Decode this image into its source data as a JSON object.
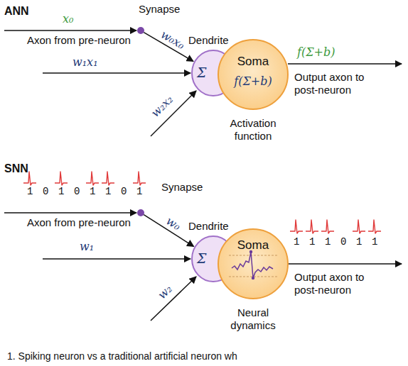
{
  "diagram": {
    "caption": "1. Spiking neuron vs a traditional artificial neuron wh",
    "nodes": [
      {
        "text": [
          "Synapse"
        ]
      },
      {
        "text": [
          "Dendrite",
          "Σ"
        ]
      },
      {
        "text": [
          "Soma",
          "f(Σ+b)",
          "Activation function"
        ]
      },
      {
        "text": [
          "Synapse"
        ]
      },
      {
        "text": [
          "Dendrite",
          "Σ"
        ]
      },
      {
        "text": [
          "Soma",
          "Neural dynamics"
        ]
      }
    ],
    "edges": [
      {
        "from": 0,
        "to": 1,
        "arrow": "to",
        "label": "w₀x₀"
      },
      {
        "from": 3,
        "to": 4,
        "arrow": "to",
        "label": "w₀"
      }
    ],
    "labels": [
      "ANN",
      "x₀",
      "Axon from pre-neuron",
      "w₁x₁",
      "w₂x₂",
      "f(Σ+b)",
      "Output axon to post-neuron",
      "SNN",
      "1 0 1 0 1 1 0 1",
      "Axon from pre-neuron",
      "w₁",
      "w₂",
      "1 1 1 0 1 1",
      "Output axon to post-neuron"
    ]
  }
}
